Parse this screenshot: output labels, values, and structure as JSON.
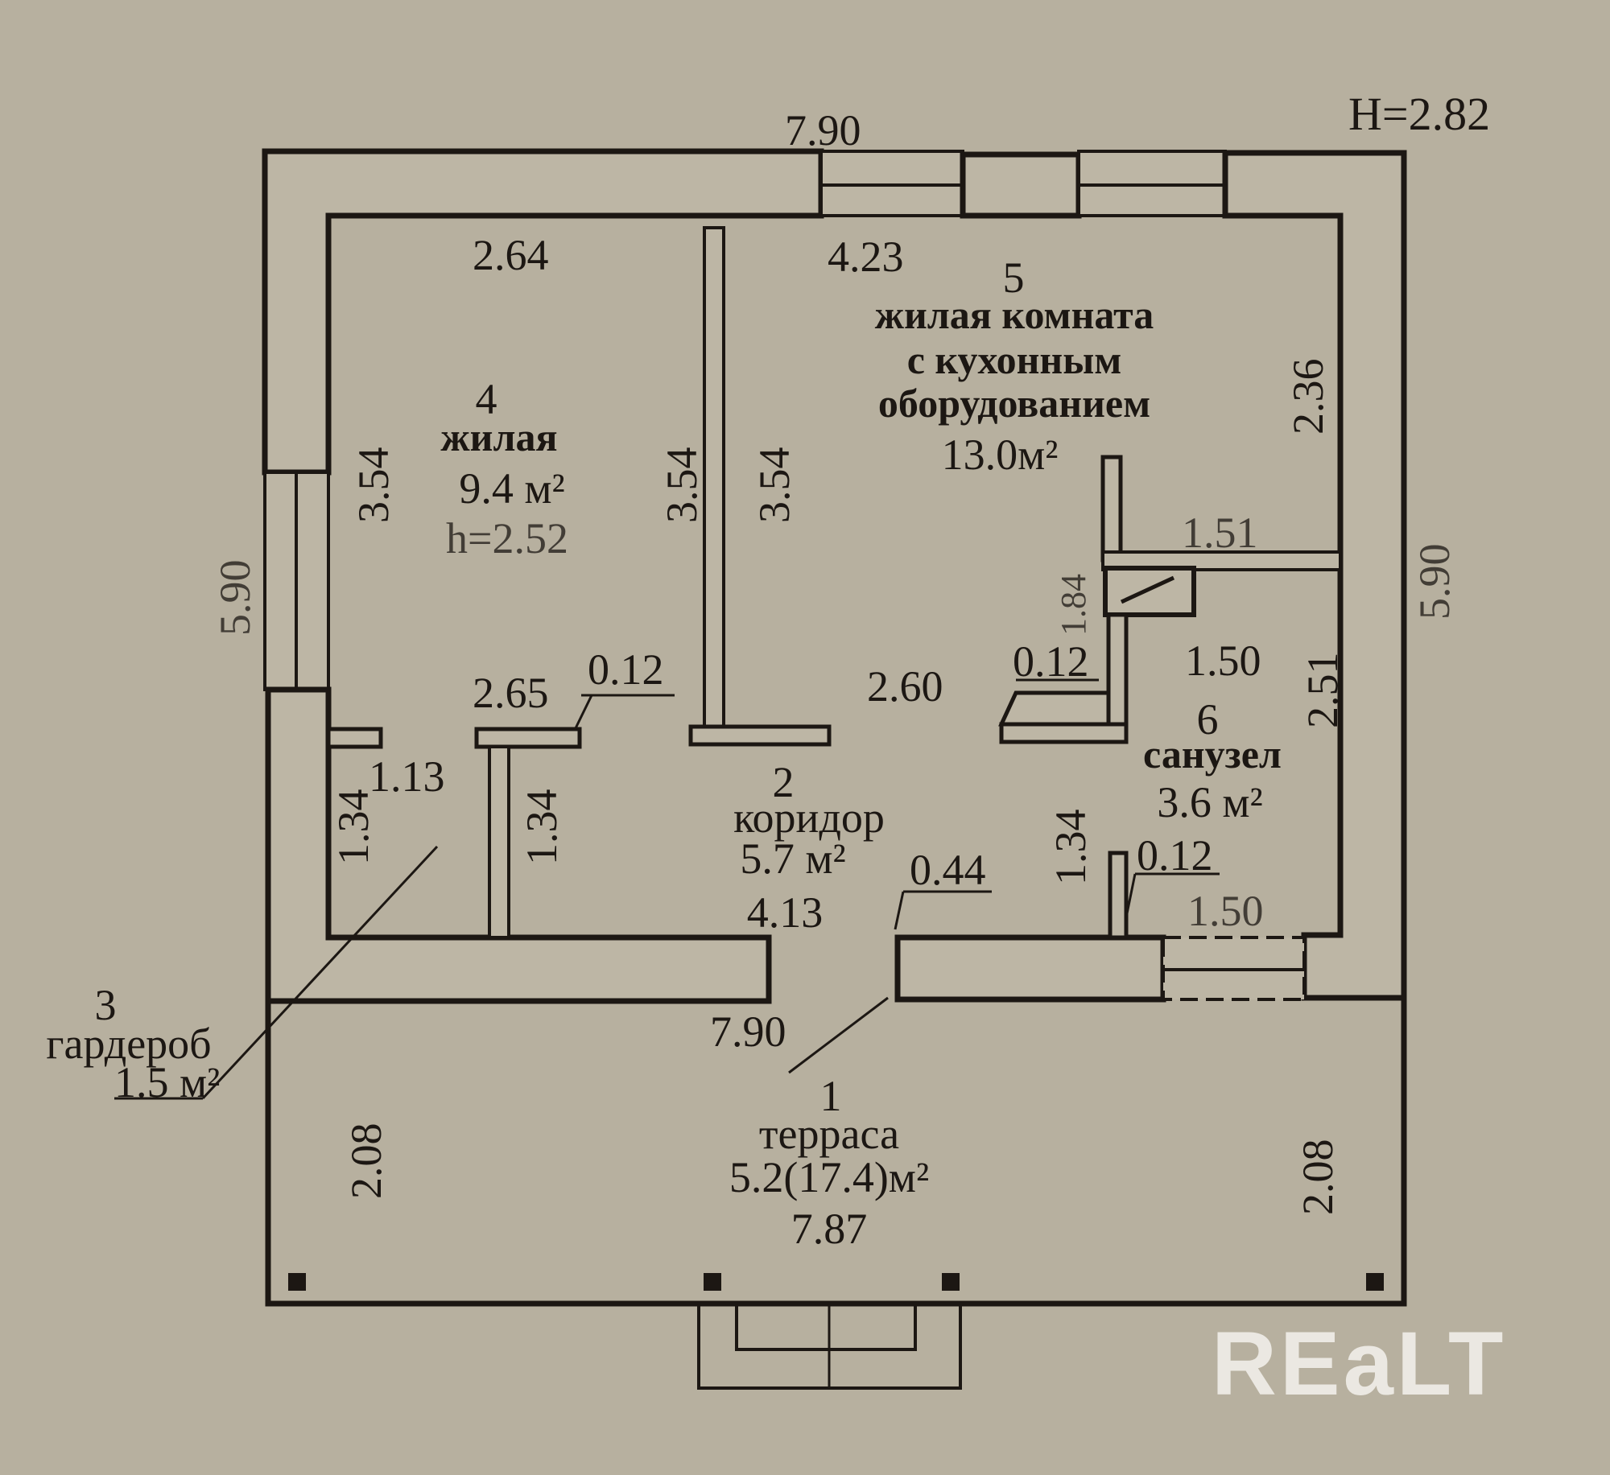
{
  "plan": {
    "ceiling_height": "H=2.82",
    "outer_top_width": "7.90",
    "outer_bottom_width": "7.90",
    "outer_left_depth": "5.90",
    "outer_right_depth": "5.90",
    "colors": {
      "paper": "#b7b09f",
      "ink": "#1c1713",
      "wall_fill": "#bdb6a5"
    }
  },
  "rooms": [
    {
      "id": "room-1",
      "number": "1",
      "name": "терраса",
      "area": "5.2(17.4)м²",
      "width": "7.87",
      "depth_left": "2.08",
      "depth_right": "2.08"
    },
    {
      "id": "room-2",
      "number": "2",
      "name": "коридор",
      "area": "5.7 м²",
      "width": "4.13",
      "top_width": "2.60",
      "depth": "1.34"
    },
    {
      "id": "room-3",
      "number": "3",
      "name": "гардероб",
      "area": "1.5 м²",
      "width": "1.13",
      "depth_left": "1.34",
      "depth_right": "1.34"
    },
    {
      "id": "room-4",
      "number": "4",
      "name": "жилая",
      "area": "9.4 м²",
      "ceiling": "h=2.52",
      "width_top": "2.64",
      "width_bottom": "2.65",
      "depth_left": "3.54",
      "depth_right": "3.54"
    },
    {
      "id": "room-5",
      "number": "5",
      "name_lines": [
        "жилая комната",
        "с кухонным",
        "оборудованием"
      ],
      "area": "13.0м²",
      "width_top": "4.23",
      "depth_left": "3.54",
      "depth_right": "2.36",
      "niche_width": "1.51",
      "niche_depth": "1.84"
    },
    {
      "id": "room-6",
      "number": "6",
      "name": "санузел",
      "area": "3.6 м²",
      "width_top": "1.50",
      "width_bottom": "1.50",
      "depth": "2.51"
    }
  ],
  "wall_thickness": {
    "partition_corridor": "0.12",
    "partition_kitchen": "0.12",
    "partition_bath": "0.12",
    "entry_offset": "0.44"
  },
  "watermark": {
    "text": "RЕaLT"
  }
}
